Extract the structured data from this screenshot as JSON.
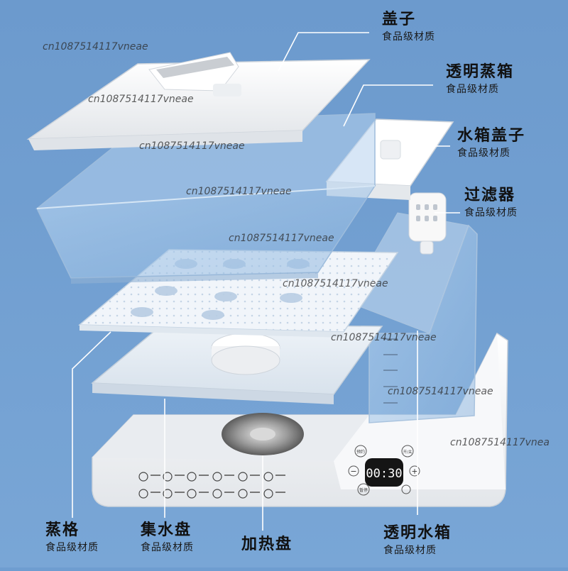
{
  "colors": {
    "background": "#6f9dd0",
    "appliance_white": "#f4f5f7",
    "display_dark": "#151515"
  },
  "labels": {
    "lid": {
      "title": "盖子",
      "sub": "食品级材质"
    },
    "steam_box": {
      "title": "透明蒸箱",
      "sub": "食品级材质"
    },
    "tank_lid": {
      "title": "水箱盖子",
      "sub": "食品级材质"
    },
    "filter": {
      "title": "过滤器",
      "sub": "食品级材质"
    },
    "steam_grid": {
      "title": "蒸格",
      "sub": "食品级材质"
    },
    "drip_tray": {
      "title": "集水盘",
      "sub": "食品级材质"
    },
    "heating_plate": {
      "title": "加热盘"
    },
    "water_tank": {
      "title": "透明水箱",
      "sub": "食品级材质"
    }
  },
  "display": {
    "time": "00:30",
    "top_left_button": "预约",
    "top_right_button": "开/关",
    "minus": "−",
    "plus": "+",
    "bottom_left_button": "暂停"
  },
  "watermark": "cn1087514117vneae",
  "watermark_cut": "cn1087514117vnea"
}
